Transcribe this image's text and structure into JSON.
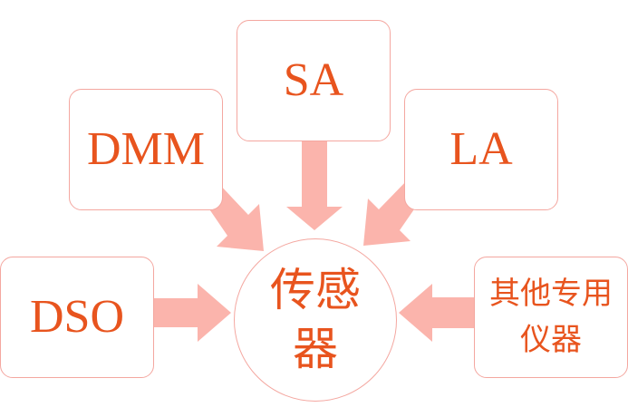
{
  "nodes": {
    "sa": "SA",
    "dmm": "DMM",
    "la": "LA",
    "dso": "DSO",
    "other_line1": "其他专用",
    "other_line2": "仪器",
    "center_line1": "传感",
    "center_line2": "器"
  },
  "colors": {
    "text": "#e8541e",
    "border": "#f4a7a0",
    "arrow": "#fbb4ac"
  }
}
